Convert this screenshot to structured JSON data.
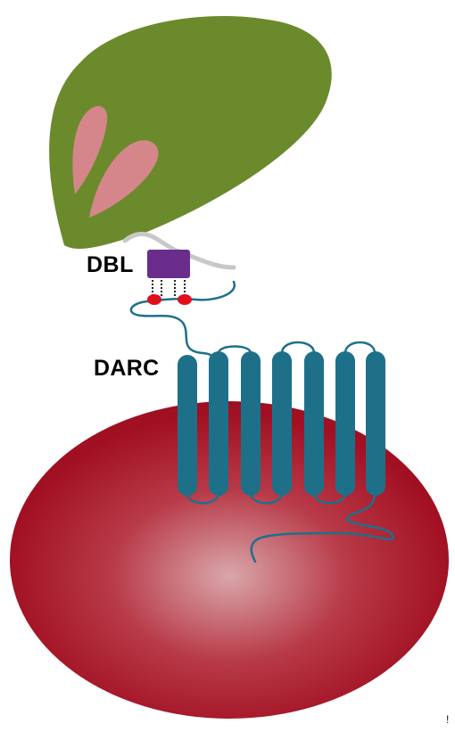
{
  "labels": {
    "dbl": "DBL",
    "darc": "DARC"
  },
  "stray_mark": "!",
  "colors": {
    "parasite_body": "#6b8a2c",
    "parasite_organelles": "#d4868a",
    "dbl_domain": "#6b2d8c",
    "binding_sites": "#e0101a",
    "darc_receptor": "#1e7089",
    "red_blood_cell_edge": "#a01020",
    "red_blood_cell_center": "#d9a7aa",
    "tether": "#c8c8c8"
  },
  "darc": {
    "transmembrane_helices": 7
  }
}
